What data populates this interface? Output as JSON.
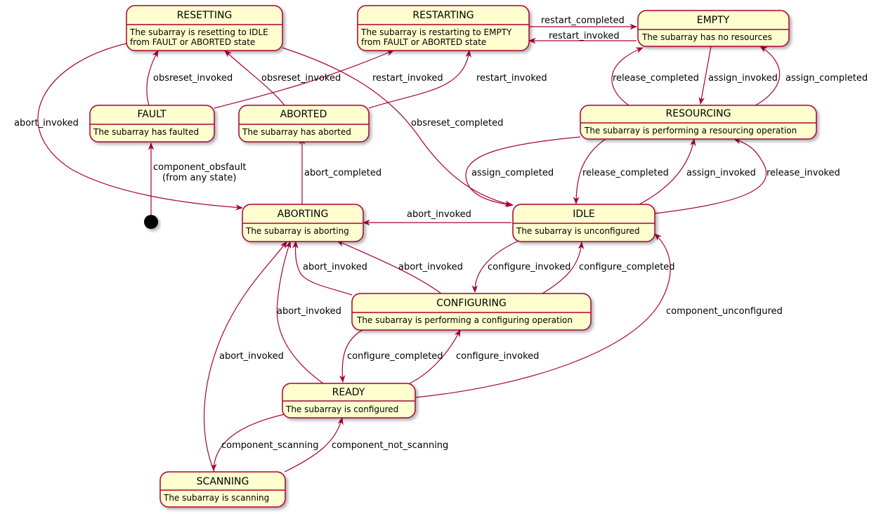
{
  "states": {
    "resetting": {
      "title": "RESETTING",
      "desc1": "The subarray is resetting to IDLE",
      "desc2": "from FAULT or ABORTED state"
    },
    "restarting": {
      "title": "RESTARTING",
      "desc1": "The subarray is restarting to EMPTY",
      "desc2": "from FAULT or ABORTED state"
    },
    "empty": {
      "title": "EMPTY",
      "desc1": "The subarray has no resources"
    },
    "fault": {
      "title": "FAULT",
      "desc1": "The subarray has faulted"
    },
    "aborted": {
      "title": "ABORTED",
      "desc1": "The subarray has aborted"
    },
    "resourcing": {
      "title": "RESOURCING",
      "desc1": "The subarray is performing a resourcing operation"
    },
    "aborting": {
      "title": "ABORTING",
      "desc1": "The subarray is aborting"
    },
    "idle": {
      "title": "IDLE",
      "desc1": "The subarray is unconfigured"
    },
    "configuring": {
      "title": "CONFIGURING",
      "desc1": "The subarray is performing a configuring operation"
    },
    "ready": {
      "title": "READY",
      "desc1": "The subarray is configured"
    },
    "scanning": {
      "title": "SCANNING",
      "desc1": "The subarray is scanning"
    }
  },
  "labels": {
    "restart_completed": "restart_completed",
    "restart_invoked_empty": "restart_invoked",
    "obsreset_invoked_fault": "obsreset_invoked",
    "obsreset_invoked_aborted": "obsreset_invoked",
    "restart_invoked_fault": "restart_invoked",
    "restart_invoked_aborted": "restart_invoked",
    "release_completed_empty": "release_completed",
    "assign_invoked_empty": "assign_invoked",
    "assign_completed_empty": "assign_completed",
    "abort_invoked_resetting": "abort_invoked",
    "obsreset_completed": "obsreset_completed",
    "component_obsfault": "component_obsfault",
    "from_any_state": "(from any state)",
    "abort_completed": "abort_completed",
    "assign_completed_idle": "assign_completed",
    "release_completed_idle": "release_completed",
    "assign_invoked_idle": "assign_invoked",
    "release_invoked": "release_invoked",
    "abort_invoked_idle": "abort_invoked",
    "abort_invoked_cfg_left": "abort_invoked",
    "abort_invoked_cfg_right": "abort_invoked",
    "configure_invoked_idle": "configure_invoked",
    "configure_completed_idle": "configure_completed",
    "abort_invoked_ready": "abort_invoked",
    "component_unconfigured": "component_unconfigured",
    "abort_invoked_scanning": "abort_invoked",
    "configure_completed_ready": "configure_completed",
    "configure_invoked_ready": "configure_invoked",
    "component_scanning": "component_scanning",
    "component_not_scanning": "component_not_scanning"
  },
  "colors": {
    "stateFill": "#FEFECE",
    "border": "#A80036",
    "text": "#000000"
  }
}
